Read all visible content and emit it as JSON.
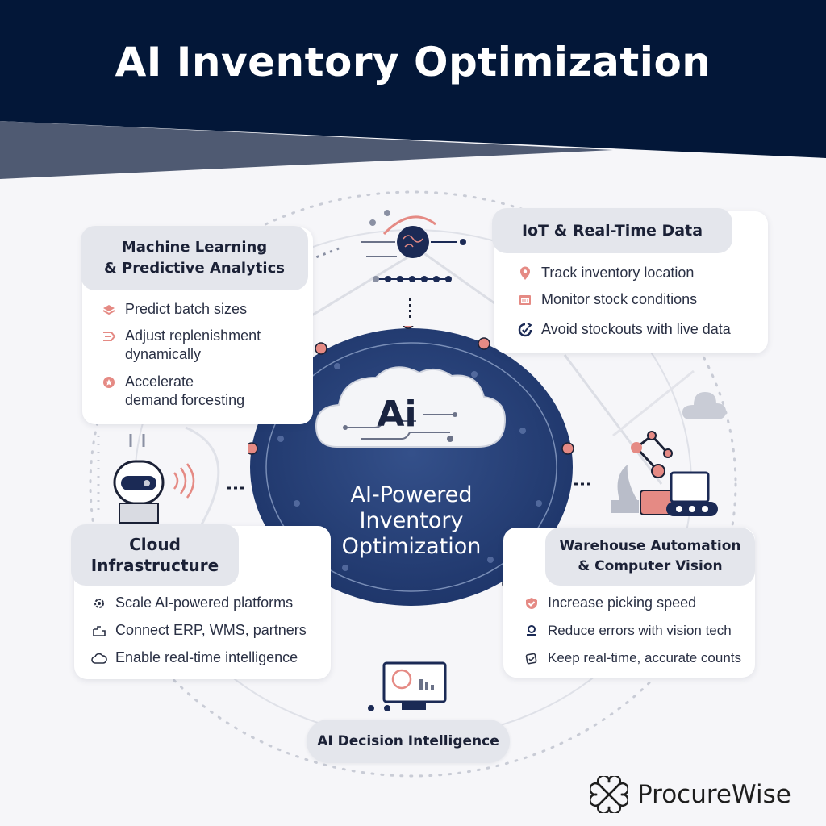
{
  "header": {
    "title": "AI Inventory Optimization",
    "colors": {
      "navy": "#031738",
      "slate": "#4f5a72",
      "accent": "#e58a84",
      "panel": "#e4e6ec"
    }
  },
  "hub": {
    "badge": "Ai",
    "title_lines": [
      "AI-Powered",
      "Inventory",
      "Optimization"
    ]
  },
  "sections": {
    "ml": {
      "title_lines": [
        "Machine Learning",
        "& Predictive Analytics"
      ],
      "items": [
        {
          "icon": "layers-icon",
          "lines": [
            "Predict batch sizes"
          ]
        },
        {
          "icon": "replenish-icon",
          "lines": [
            "Adjust replenishment",
            "dynamically"
          ]
        },
        {
          "icon": "star-badge-icon",
          "lines": [
            "Accelerate",
            "demand forcesting"
          ]
        }
      ]
    },
    "iot": {
      "title": "IoT & Real-Time Data",
      "items": [
        {
          "icon": "location-pin-icon",
          "lines": [
            "Track inventory location"
          ]
        },
        {
          "icon": "monitor-gauge-icon",
          "lines": [
            "Monitor stock conditions"
          ]
        },
        {
          "icon": "live-sync-icon",
          "lines": [
            "Avoid stockouts with live data"
          ]
        }
      ]
    },
    "cloud": {
      "title_lines": [
        "Cloud",
        "Infrastructure"
      ],
      "items": [
        {
          "icon": "gear-scale-icon",
          "lines": [
            "Scale AI-powered platforms"
          ]
        },
        {
          "icon": "connect-icon",
          "lines": [
            "Connect ERP, WMS, partners"
          ]
        },
        {
          "icon": "cloud-icon",
          "lines": [
            "Enable real-time intelligence"
          ]
        }
      ]
    },
    "warehouse": {
      "title_lines": [
        "Warehouse Automation",
        "& Computer Vision"
      ],
      "items": [
        {
          "icon": "check-shield-icon",
          "lines": [
            "Increase picking speed"
          ]
        },
        {
          "icon": "vision-scan-icon",
          "lines": [
            "Reduce errors with vision tech"
          ]
        },
        {
          "icon": "count-box-icon",
          "lines": [
            "Keep real-time, accurate counts"
          ]
        }
      ]
    },
    "decision": {
      "title": "AI Decision Intelligence"
    }
  },
  "brand": {
    "name": "ProcureWise"
  }
}
